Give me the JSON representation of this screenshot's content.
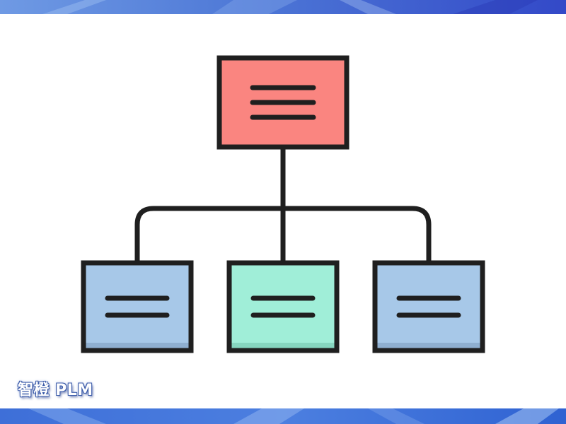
{
  "watermark": {
    "text": "智橙 PLM"
  },
  "colors": {
    "top_node_fill": "#fa8580",
    "left_node_fill": "#a7c8e8",
    "middle_node_fill": "#a0eed8",
    "right_node_fill": "#a7c8e8",
    "outline": "#1f1f1f",
    "band": "#2f58c8"
  },
  "diagram": {
    "kind": "hierarchy",
    "root": {
      "id": "root-node",
      "icon": "text-lines-icon",
      "line_count": 3,
      "children": [
        {
          "id": "child-node-left",
          "icon": "text-lines-icon",
          "line_count": 2
        },
        {
          "id": "child-node-middle",
          "icon": "text-lines-icon",
          "line_count": 2
        },
        {
          "id": "child-node-right",
          "icon": "text-lines-icon",
          "line_count": 2
        }
      ]
    }
  }
}
